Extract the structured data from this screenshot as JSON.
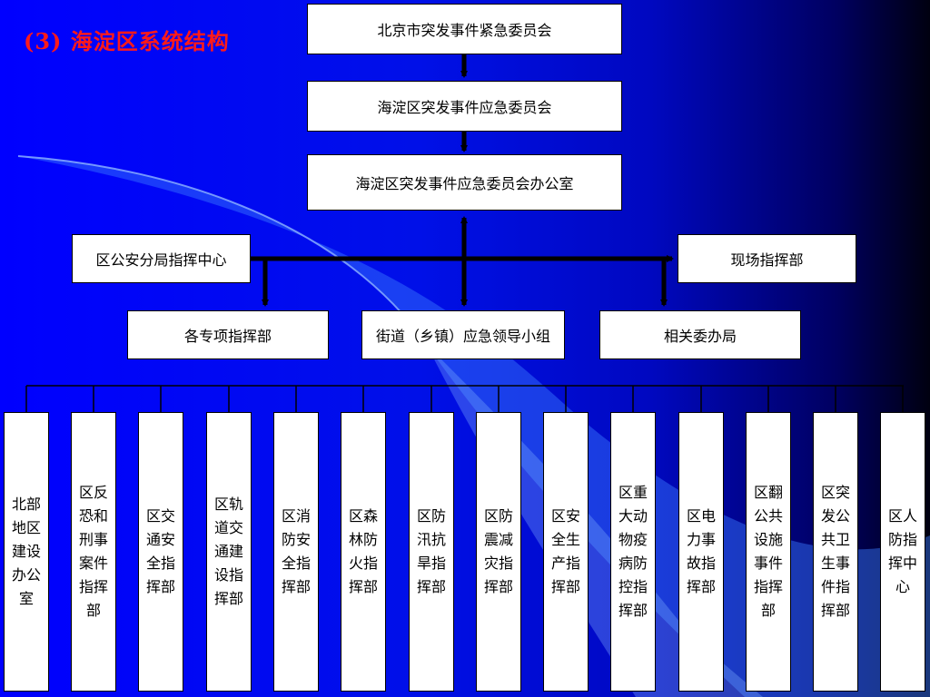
{
  "title": "(3) 海淀区系统结构",
  "colors": {
    "title": "#ff1a1a",
    "background_start": "#0000ff",
    "background_end": "#000010",
    "box_fill": "#ffffff",
    "line": "#000000"
  },
  "nodes": {
    "beijing_committee": "北京市突发事件紧急委员会",
    "haidian_committee": "海淀区突发事件应急委员会",
    "haidian_office": "海淀区突发事件应急委员会办公室",
    "police_center": "区公安分局指挥中心",
    "onsite_command": "现场指挥部",
    "special_commands": "各专项指挥部",
    "street_group": "街道（乡镇）应急领导小组",
    "related_bureaus": "相关委办局"
  },
  "sub_units": [
    "北部地区建设办公室",
    "区反恐和刑事案件指挥部",
    "区交通安全指挥部",
    "区轨道交通建设指挥部",
    "区消防安全指挥部",
    "区森林防火指挥部",
    "区防汛抗旱指挥部",
    "区防震减灾指挥部",
    "区安全生产指挥部",
    "区重大动物疫病防控指挥部",
    "区电力事故指挥部",
    "区翻公共设施事件指挥部",
    "区突发公共卫生事件指挥部",
    "区人防指挥中心"
  ]
}
